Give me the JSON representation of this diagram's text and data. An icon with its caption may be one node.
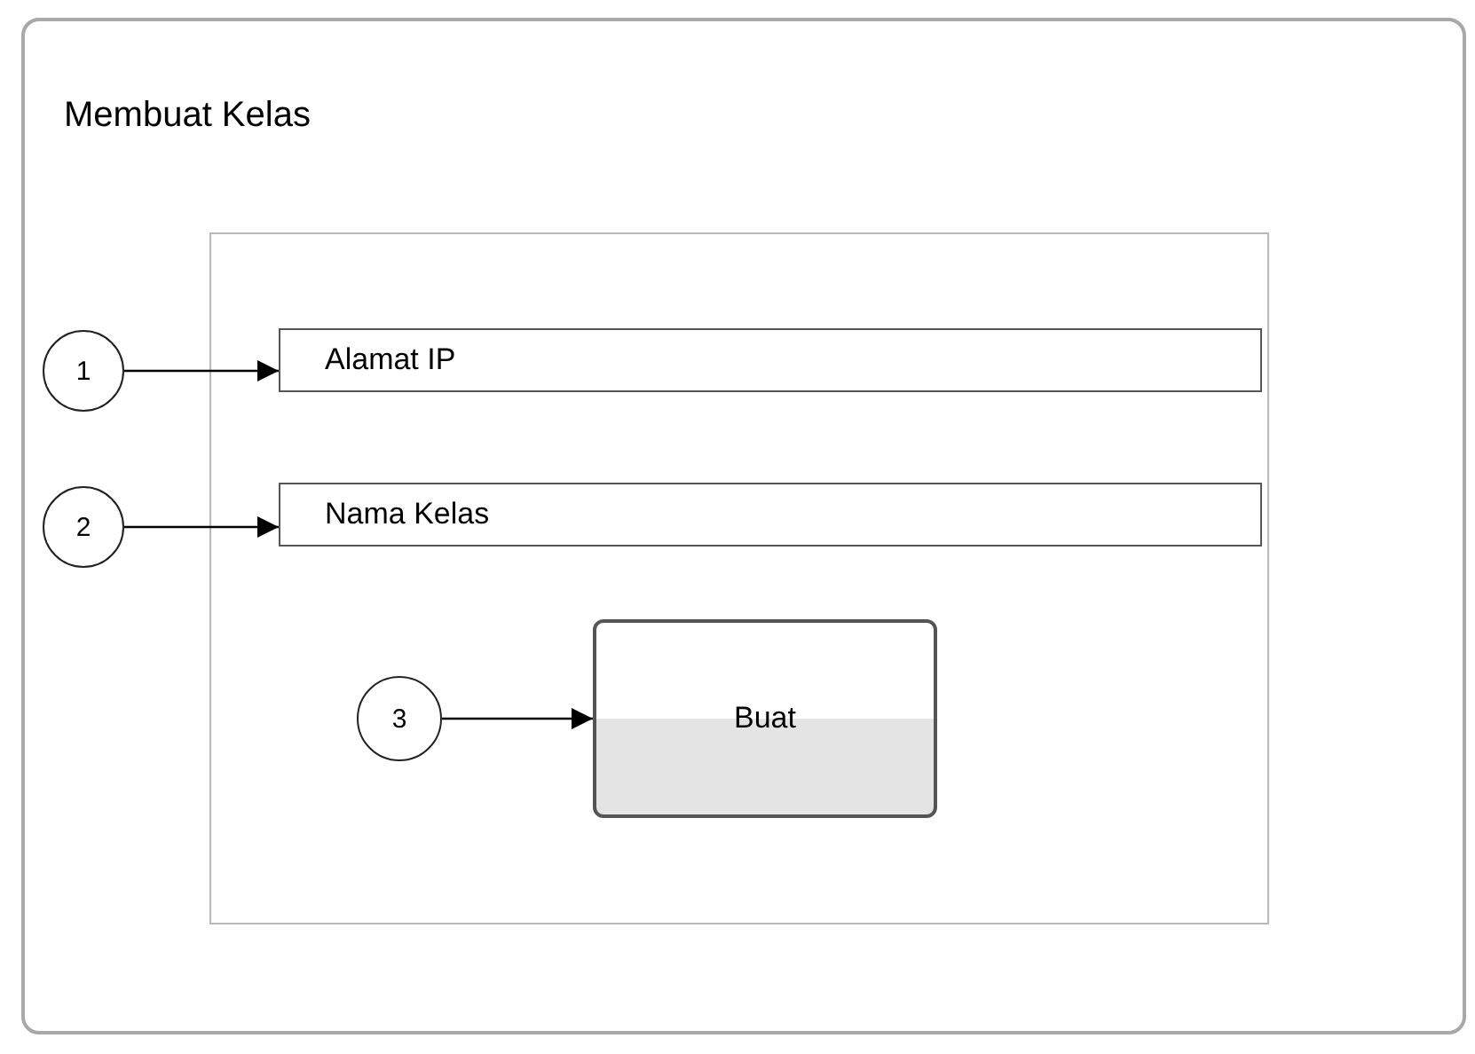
{
  "diagram": {
    "nodes": [
      {
        "text": [
          "Membuat Kelas"
        ]
      },
      {
        "text": [],
        "shape": "box",
        "in": 0
      },
      {
        "text": [
          "1"
        ],
        "in": 0
      },
      {
        "text": [
          "Alamat IP"
        ],
        "in": 1
      },
      {
        "text": [
          "2"
        ],
        "in": 0
      },
      {
        "text": [
          "Nama Kelas"
        ],
        "in": 1
      },
      {
        "text": [
          "3"
        ],
        "in": 1
      },
      {
        "text": [
          "Buat"
        ],
        "in": 1
      }
    ],
    "edges": [
      {
        "from": 2,
        "to": 3,
        "arrow": "to"
      },
      {
        "from": 4,
        "to": 5,
        "arrow": "to"
      },
      {
        "from": 6,
        "to": 7,
        "arrow": "to"
      }
    ]
  }
}
